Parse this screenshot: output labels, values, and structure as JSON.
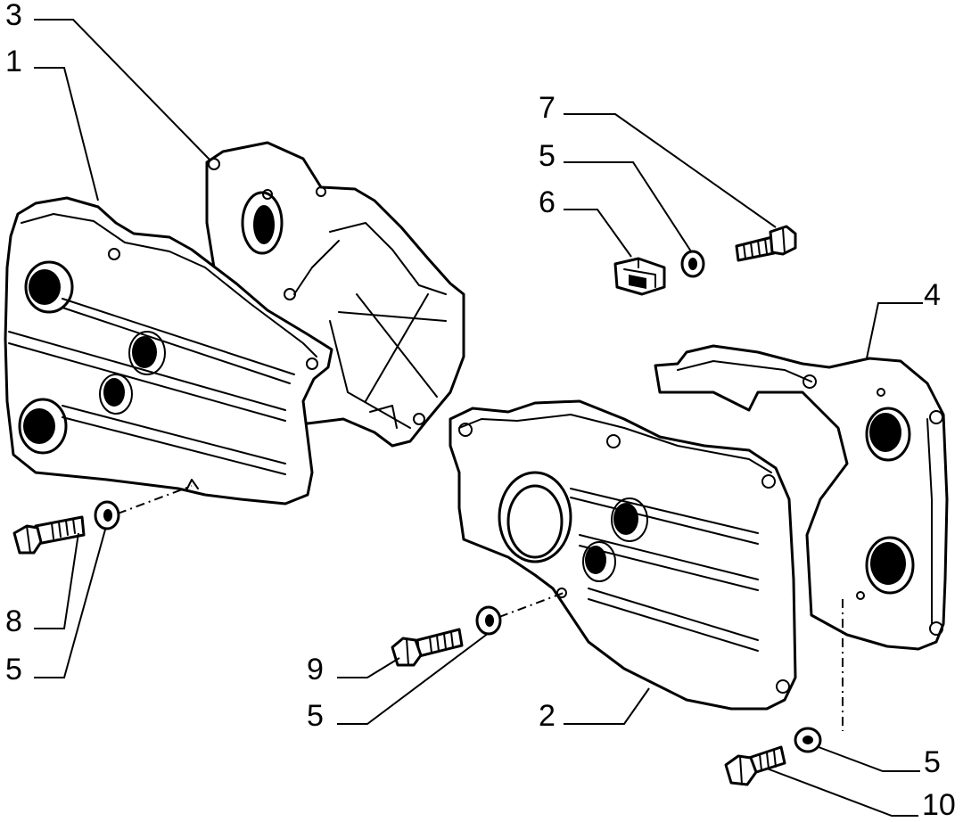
{
  "callouts": [
    {
      "id": "c3",
      "text": "3"
    },
    {
      "id": "c1",
      "text": "1"
    },
    {
      "id": "c7",
      "text": "7"
    },
    {
      "id": "c5a",
      "text": "5"
    },
    {
      "id": "c6",
      "text": "6"
    },
    {
      "id": "c4",
      "text": "4"
    },
    {
      "id": "c8",
      "text": "8"
    },
    {
      "id": "c5b",
      "text": "5"
    },
    {
      "id": "c9",
      "text": "9"
    },
    {
      "id": "c5c",
      "text": "5"
    },
    {
      "id": "c2",
      "text": "2"
    },
    {
      "id": "c5d",
      "text": "5"
    },
    {
      "id": "c10",
      "text": "10"
    }
  ]
}
